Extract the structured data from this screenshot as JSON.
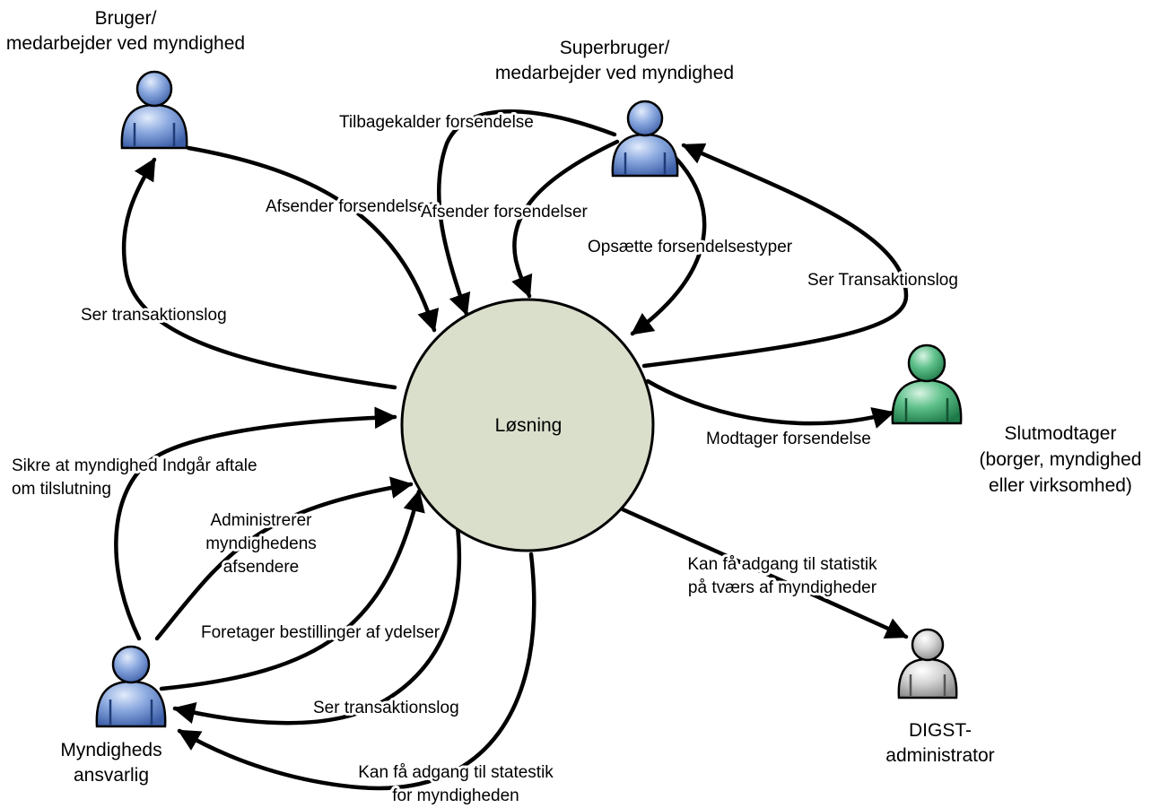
{
  "center": {
    "label": "Løsning",
    "fill": "#d9dfcb"
  },
  "colors": {
    "actor_blue": "#7c9bd8",
    "actor_green": "#3fa870",
    "actor_gray": "#c8c8c8"
  },
  "actors": {
    "bruger": {
      "line1": "Bruger/",
      "line2": "medarbejder ved myndighed",
      "icon": "user-icon-blue"
    },
    "superbruger": {
      "line1": "Superbruger/",
      "line2": "medarbejder ved myndighed",
      "icon": "user-icon-blue"
    },
    "slutmodtager": {
      "line1": "Slutmodtager",
      "line2": "(borger, myndighed",
      "line3": "eller virksomhed)",
      "icon": "user-icon-green"
    },
    "digst": {
      "line1": "DIGST-",
      "line2": "administrator",
      "icon": "user-icon-gray"
    },
    "myndighed": {
      "line1": "Myndigheds",
      "line2": "ansvarlig",
      "icon": "user-icon-blue"
    }
  },
  "labels": {
    "bruger_afsender": "Afsender forsendelser",
    "bruger_ser_log": "Ser transaktionslog",
    "tilbagekalder": "Tilbagekalder forsendelse",
    "super_afsender": "Afsender forsendelser",
    "opsaette": "Opsætte forsendelsestyper",
    "super_ser_log": "Ser Transaktionslog",
    "modtager": "Modtager forsendelse",
    "digst_statistik_1": "Kan få adgang til statistik",
    "digst_statistik_2": "på tværs af myndigheder",
    "sikre_1": "Sikre at myndighed Indgår aftale",
    "sikre_2": "om tilslutning",
    "adm_1": "Administrerer",
    "adm_2": "myndighedens",
    "adm_3": "afsendere",
    "foretager": "Foretager bestillinger af ydelser",
    "myn_ser_log": "Ser transaktionslog",
    "myn_statistik_1": "Kan få adgang til statestik",
    "myn_statistik_2": "for myndigheden"
  }
}
